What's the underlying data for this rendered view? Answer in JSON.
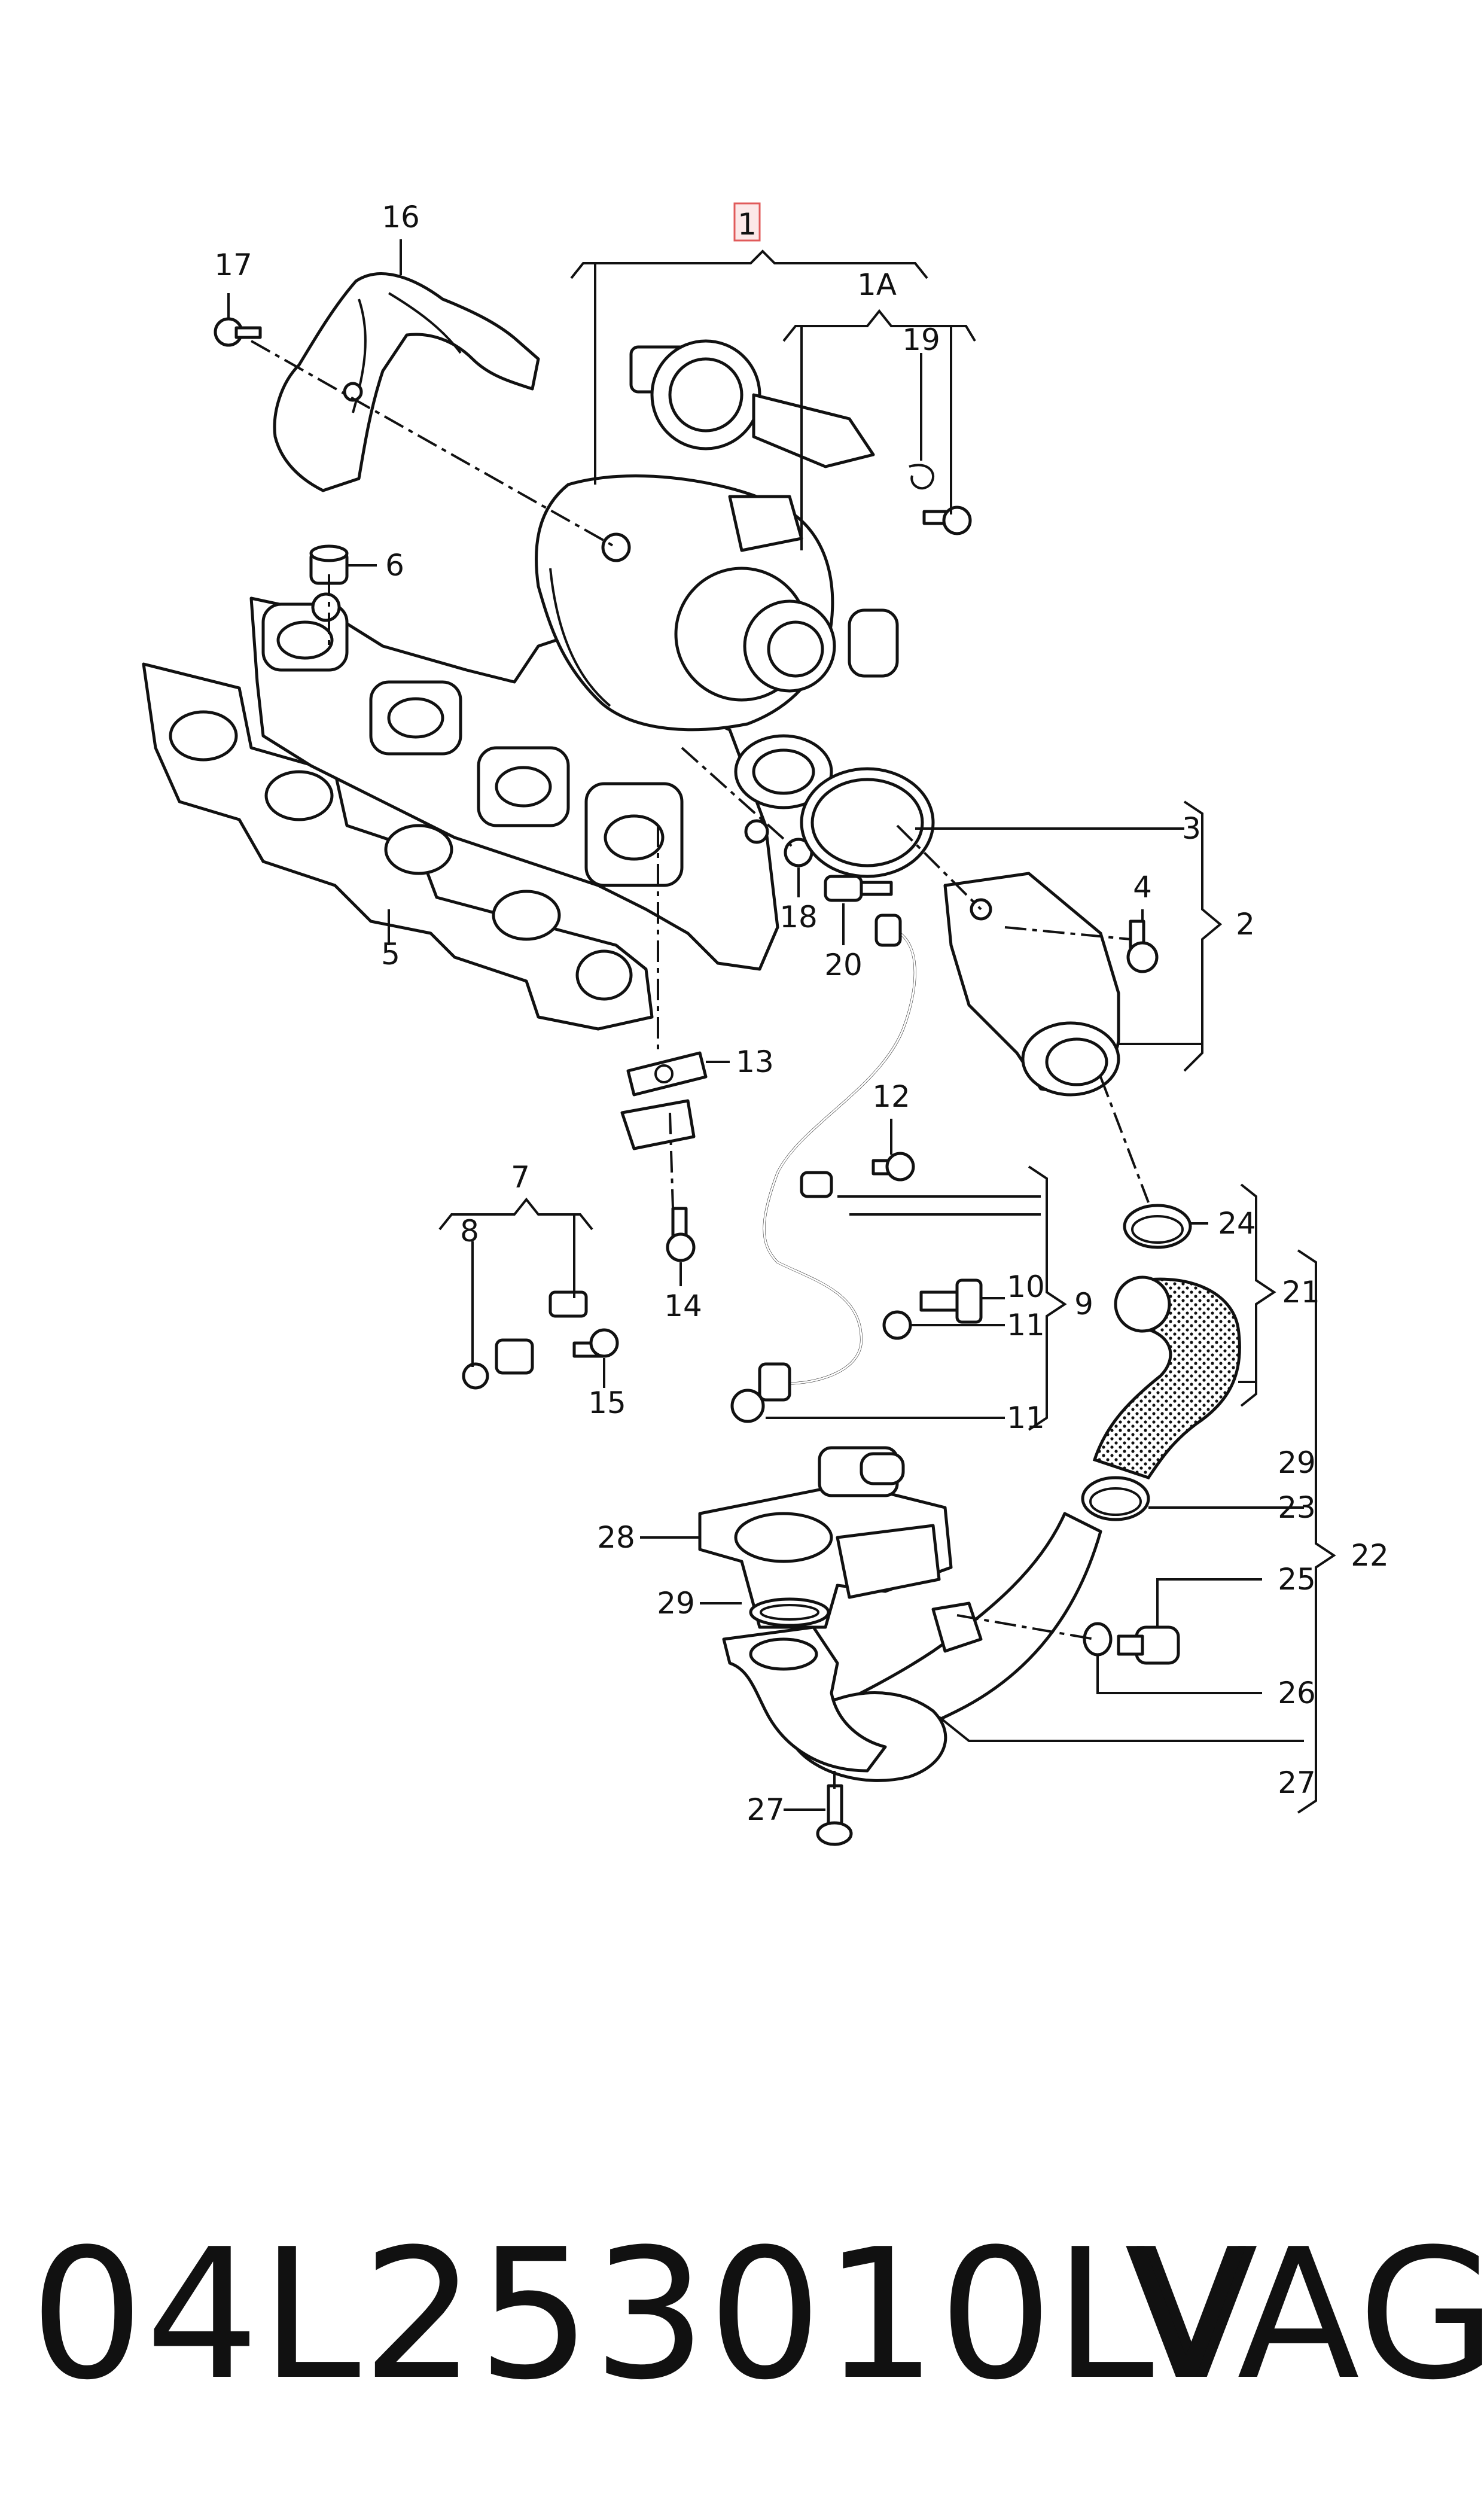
{
  "callouts": {
    "c1": "1",
    "c1a": "1A",
    "c2": "2",
    "c3": "3",
    "c4": "4",
    "c5": "5",
    "c6": "6",
    "c7": "7",
    "c8": "8",
    "c9": "9",
    "c10": "10",
    "c11a": "11",
    "c11b": "11",
    "c12": "12",
    "c13": "13",
    "c14": "14",
    "c15": "15",
    "c16": "16",
    "c17": "17",
    "c18": "18",
    "c19": "19",
    "c20": "20",
    "c21": "21",
    "c22": "22",
    "c23": "23",
    "c24": "24",
    "c25": "25",
    "c26": "26",
    "c27a": "27",
    "c27b": "27",
    "c28": "28",
    "c29a": "29",
    "c29b": "29"
  },
  "footer": {
    "part_number": "04L253010LV",
    "brand": "VAG"
  },
  "colors": {
    "ink": "#111111",
    "highlight_box": "#e05a5a",
    "background": "#ffffff"
  }
}
